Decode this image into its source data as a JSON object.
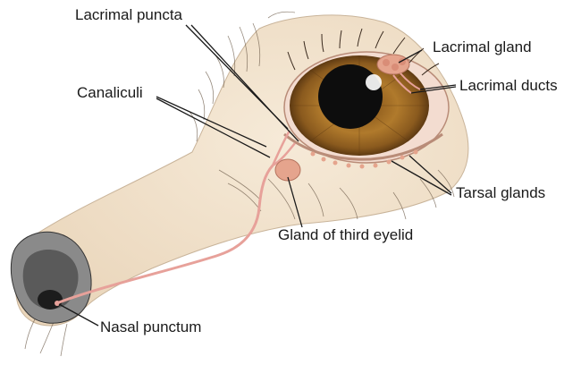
{
  "labels": {
    "lacrimal_puncta": "Lacrimal puncta",
    "lacrimal_gland": "Lacrimal gland",
    "lacrimal_ducts": "Lacrimal ducts",
    "canaliculi": "Canaliculi",
    "tarsal_glands": "Tarsal glands",
    "gland_third_eyelid": "Gland of third eyelid",
    "nasal_punctum": "Nasal punctum"
  },
  "colors": {
    "skin": "#f1e3cf",
    "fur_shade": "#e6d2b6",
    "iris": "#b07a2c",
    "iris_dark": "#5e3a12",
    "pupil": "#0d0d0d",
    "duct": "#e7a19a",
    "gland": "#e5a48d",
    "nose": "#4a4a4a",
    "leader": "#1a1a1a"
  }
}
